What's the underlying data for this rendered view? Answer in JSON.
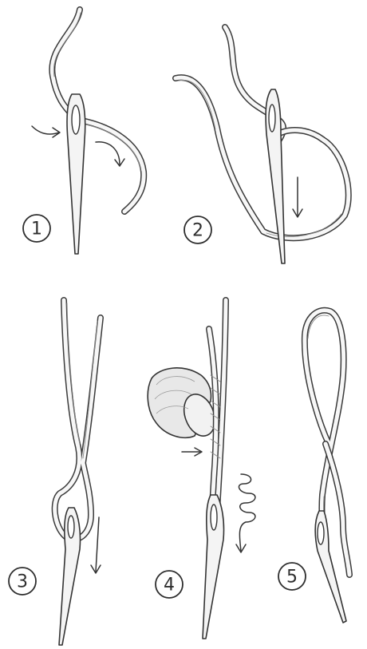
{
  "steps": [
    {
      "label": "1"
    },
    {
      "label": "2"
    },
    {
      "label": "3"
    },
    {
      "label": "4"
    },
    {
      "label": "5"
    }
  ]
}
